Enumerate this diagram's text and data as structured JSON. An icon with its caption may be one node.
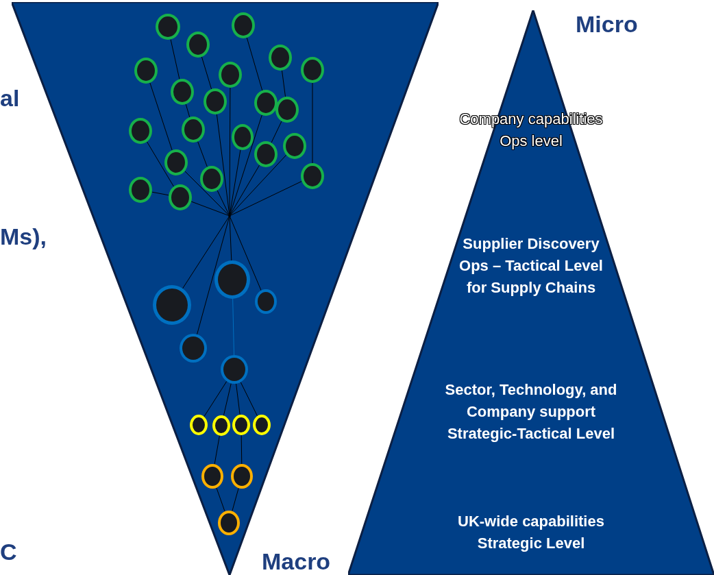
{
  "diagram": {
    "nodes": [
      {
        "text": [],
        "shape": "triangle"
      },
      {
        "text": [],
        "shape": "circle",
        "in": 0
      },
      {
        "text": [],
        "shape": "circle",
        "in": 0
      },
      {
        "text": [],
        "shape": "circle",
        "in": 0
      },
      {
        "text": [],
        "shape": "circle",
        "in": 0
      },
      {
        "text": [],
        "shape": "circle",
        "in": 0
      },
      {
        "text": [],
        "shape": "circle",
        "in": 0
      },
      {
        "text": [],
        "shape": "circle",
        "in": 0
      },
      {
        "text": [],
        "shape": "circle",
        "in": 0
      },
      {
        "text": [],
        "shape": "circle",
        "in": 0
      },
      {
        "text": [],
        "shape": "circle",
        "in": 0
      },
      {
        "text": [],
        "shape": "circle",
        "in": 0
      },
      {
        "text": [],
        "shape": "circle",
        "in": 0
      },
      {
        "text": [],
        "shape": "circle",
        "in": 0
      },
      {
        "text": [],
        "shape": "circle",
        "in": 0
      },
      {
        "text": [],
        "shape": "circle",
        "in": 0
      },
      {
        "text": [],
        "shape": "circle",
        "in": 0
      },
      {
        "text": [],
        "shape": "circle",
        "in": 0
      },
      {
        "text": [],
        "shape": "circle",
        "in": 0
      },
      {
        "text": [],
        "shape": "circle",
        "in": 0
      },
      {
        "text": [],
        "shape": "circle",
        "in": 0
      },
      {
        "text": [],
        "shape": "circle",
        "in": 0
      },
      {
        "text": [],
        "shape": "point",
        "in": 0
      },
      {
        "text": [],
        "shape": "circle",
        "in": 0
      },
      {
        "text": [],
        "shape": "circle",
        "in": 0
      },
      {
        "text": [],
        "shape": "circle",
        "in": 0
      },
      {
        "text": [],
        "shape": "circle",
        "in": 0
      },
      {
        "text": [],
        "shape": "circle",
        "in": 0
      },
      {
        "text": [],
        "shape": "circle",
        "in": 0
      },
      {
        "text": [],
        "shape": "circle",
        "in": 0
      },
      {
        "text": [],
        "shape": "circle",
        "in": 0
      },
      {
        "text": [],
        "shape": "circle",
        "in": 0
      },
      {
        "text": [],
        "shape": "circle",
        "in": 0
      },
      {
        "text": [],
        "shape": "circle",
        "in": 0
      },
      {
        "text": [],
        "shape": "circle",
        "in": 0
      },
      {
        "text": [
          "Company capabilities Ops level",
          "Supplier Discovery Ops – Tactical Level for Supply Chains",
          "Sector, Technology, and Company support Strategic-Tactical Level",
          "UK-wide capabilities Strategic Level"
        ]
      }
    ],
    "edges": [
      {
        "from": 1,
        "to": 7,
        "arrow": "none"
      },
      {
        "from": 2,
        "to": 9,
        "arrow": "none"
      },
      {
        "from": 3,
        "to": 10,
        "arrow": "none"
      },
      {
        "from": 4,
        "to": 17,
        "arrow": "none"
      },
      {
        "from": 5,
        "to": 11,
        "arrow": "none"
      },
      {
        "from": 6,
        "to": 19,
        "arrow": "none"
      },
      {
        "from": 7,
        "to": 13,
        "arrow": "none"
      },
      {
        "from": 11,
        "to": 16,
        "arrow": "none"
      },
      {
        "from": 12,
        "to": 21,
        "arrow": "none"
      },
      {
        "from": 13,
        "to": 18,
        "arrow": "none"
      },
      {
        "from": 20,
        "to": 21,
        "arrow": "none"
      },
      {
        "from": 8,
        "to": 22,
        "arrow": "none"
      },
      {
        "from": 9,
        "to": 22,
        "arrow": "none"
      },
      {
        "from": 10,
        "to": 22,
        "arrow": "none"
      },
      {
        "from": 14,
        "to": 22,
        "arrow": "none"
      },
      {
        "from": 15,
        "to": 22,
        "arrow": "none"
      },
      {
        "from": 16,
        "to": 22,
        "arrow": "none"
      },
      {
        "from": 17,
        "to": 22,
        "arrow": "none"
      },
      {
        "from": 18,
        "to": 22,
        "arrow": "none"
      },
      {
        "from": 19,
        "to": 22,
        "arrow": "none"
      },
      {
        "from": 21,
        "to": 22,
        "arrow": "none"
      },
      {
        "from": 22,
        "to": 23,
        "arrow": "none"
      },
      {
        "from": 22,
        "to": 26,
        "arrow": "none"
      },
      {
        "from": 22,
        "to": 24,
        "arrow": "none"
      },
      {
        "from": 22,
        "to": 25,
        "arrow": "none"
      },
      {
        "from": 24,
        "to": 27,
        "arrow": "none",
        "color": "#0070c0"
      },
      {
        "from": 27,
        "to": 28,
        "arrow": "none"
      },
      {
        "from": 27,
        "to": 29,
        "arrow": "none"
      },
      {
        "from": 27,
        "to": 30,
        "arrow": "none"
      },
      {
        "from": 27,
        "to": 31,
        "arrow": "none"
      },
      {
        "from": 29,
        "to": 32,
        "arrow": "none"
      },
      {
        "from": 30,
        "to": 33,
        "arrow": "none"
      },
      {
        "from": 32,
        "to": 34,
        "arrow": "none"
      },
      {
        "from": 33,
        "to": 34,
        "arrow": "none"
      }
    ],
    "labels": [
      "Micro",
      "al",
      "Ms),",
      "C",
      "Macro"
    ]
  }
}
